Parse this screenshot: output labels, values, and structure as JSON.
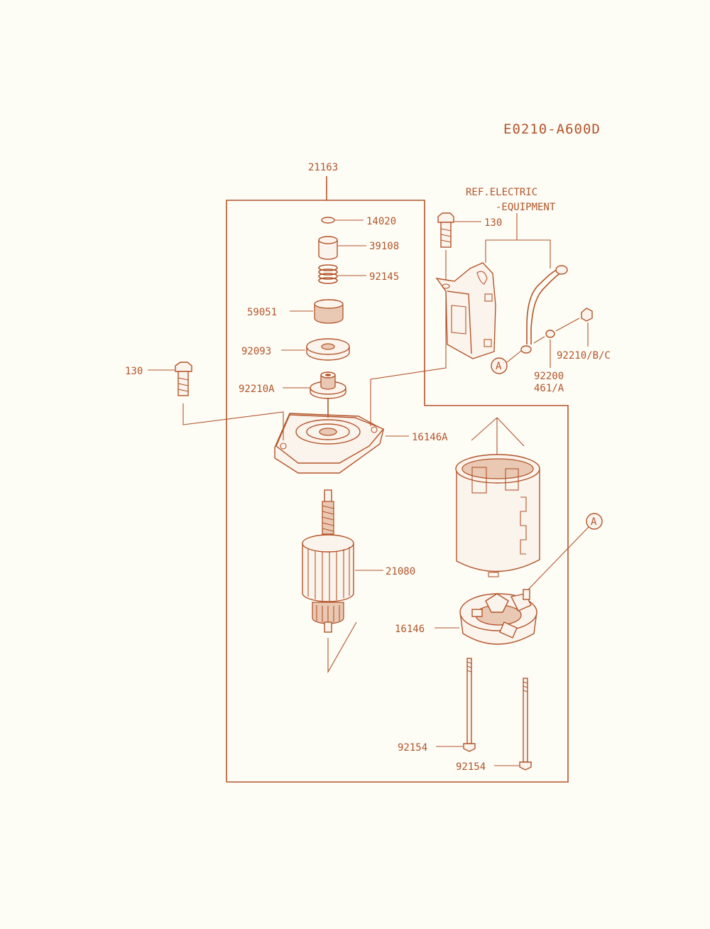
{
  "diagram_code": "E0210-A600D",
  "reference_note": [
    "REF.ELECTRIC",
    "-EQUIPMENT"
  ],
  "ref_marker": "A",
  "colors": {
    "line": "#b3542a",
    "background": "#fdfdf6",
    "fill_dark": "#e9c9b3"
  },
  "parts": {
    "assembly": "21163",
    "washer_top": "14020",
    "collar": "39108",
    "spring": "92145",
    "pinion_gear": "59051",
    "washer": "92093",
    "nut_plate": "92210A",
    "front_cover": "16146A",
    "armature": "21080",
    "brush_holder": "16146",
    "bolt_left": "130",
    "bolt_right": "130",
    "nut": "92210/B/C",
    "lock_washer": [
      "92200",
      "461/A"
    ],
    "through_bolt_1": "92154",
    "through_bolt_2": "92154"
  }
}
